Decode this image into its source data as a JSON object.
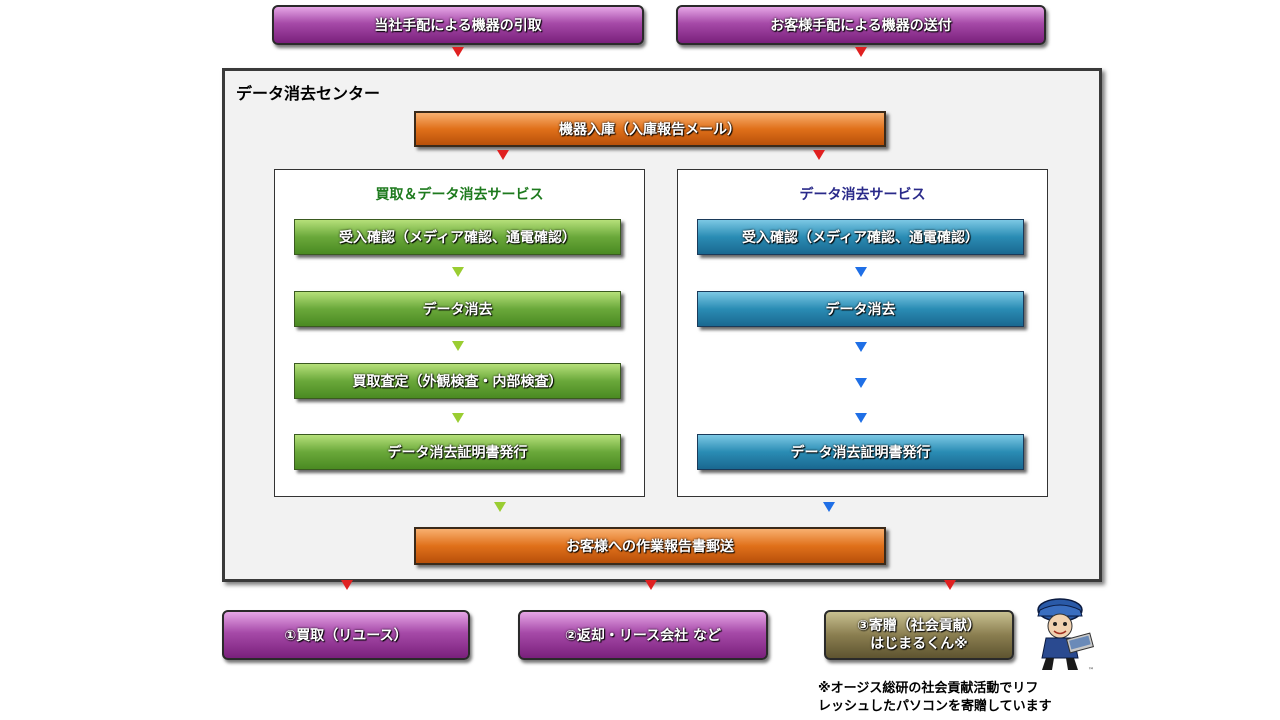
{
  "top": {
    "pickup_label": "当社手配による機器の引取",
    "send_label": "お客様手配による機器の送付"
  },
  "center": {
    "title": "データ消去センター",
    "receive_label": "機器入庫（入庫報告メール）",
    "report_label": "お客様への作業報告書郵送"
  },
  "buyback_service": {
    "title": "買取＆データ消去サービス",
    "title_color": "#1e7a1e",
    "steps": [
      "受入確認（メディア確認、通電確認）",
      "データ消去",
      "買取査定（外観検査・内部検査）",
      "データ消去証明書発行"
    ]
  },
  "erase_service": {
    "title": "データ消去サービス",
    "title_color": "#2a2a8a",
    "steps": [
      "受入確認（メディア確認、通電確認）",
      "データ消去",
      "データ消去証明書発行"
    ]
  },
  "outcomes": {
    "buyback_label": "①買取（リユース）",
    "return_label": "②返却・リース会社 など",
    "donation_line1": "③寄贈（社会貢献）",
    "donation_line2": "はじまるくん※"
  },
  "footnote": "※オージス総研の社会貢献活動でリフ\nレッシュしたパソコンを寄贈しています",
  "colors": {
    "arrow_red": "#e02020",
    "arrow_green": "#9acd32",
    "arrow_blue": "#1f6fe6"
  },
  "icons": {
    "mascot": "mascot-character-with-laptop-icon"
  }
}
